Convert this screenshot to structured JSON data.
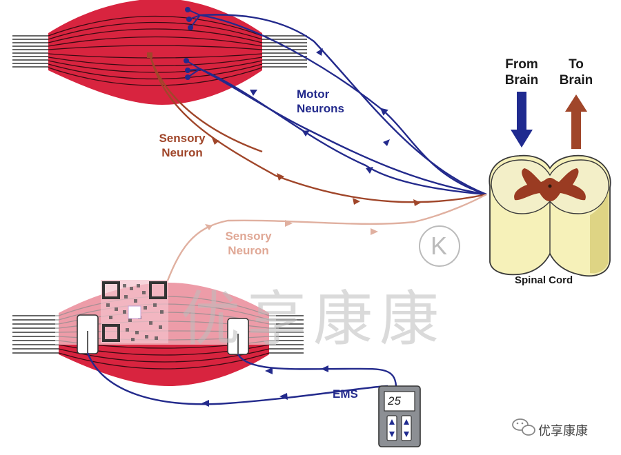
{
  "labels": {
    "motor_neurons": [
      "Motor",
      "Neurons"
    ],
    "sensory_upper": [
      "Sensory",
      "Neuron"
    ],
    "sensory_lower": [
      "Sensory",
      "Neuron"
    ],
    "from_brain": [
      "From",
      "Brain"
    ],
    "to_brain": [
      "To",
      "Brain"
    ],
    "spinal_cord": "Spinal Cord",
    "ems": "EMS"
  },
  "device": {
    "display_value": "25"
  },
  "watermark": {
    "text": "优享康康",
    "mark": "K"
  },
  "footer_brand": "优享康康",
  "colors": {
    "muscle_red": "#d8243f",
    "motor_blue": "#232a8c",
    "sensory_brown": "#a0462a",
    "spinal_cream": "#f6f1b9",
    "spinal_grey_matter": "#9a3b22",
    "to_brain_arrow": "#a0462a",
    "from_brain_arrow": "#1f2a8f"
  }
}
